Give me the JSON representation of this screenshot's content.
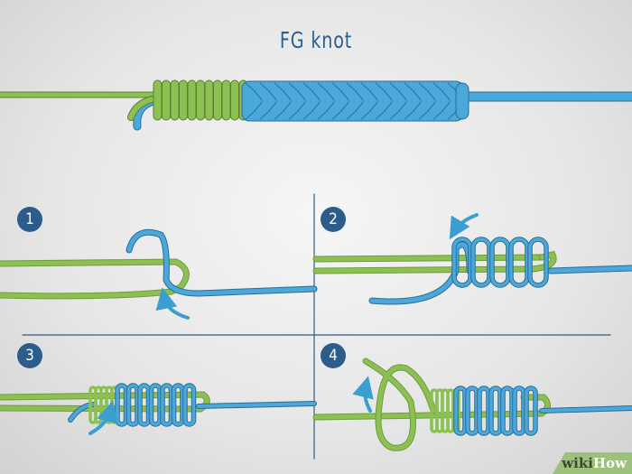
{
  "title": "FG knot",
  "steps": [
    {
      "number": "1"
    },
    {
      "number": "2"
    },
    {
      "number": "3"
    },
    {
      "number": "4"
    }
  ],
  "watermark": {
    "part1": "wiki",
    "part2": "How"
  },
  "colors": {
    "green_line": "#8cc152",
    "blue_line": "#4aa8dc",
    "outline": "#2d6d8f",
    "badge": "#2c5d8a"
  }
}
